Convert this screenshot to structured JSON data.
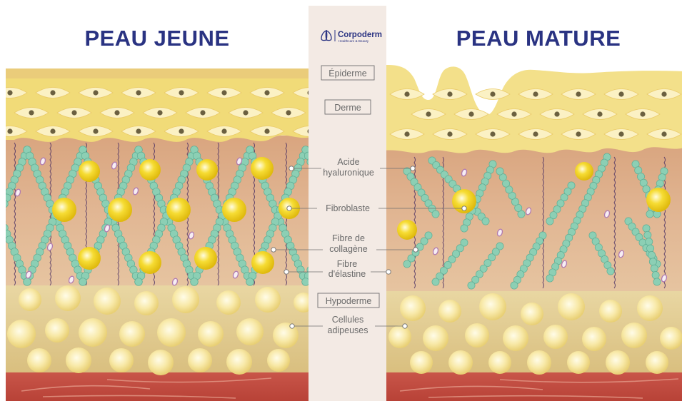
{
  "headings": {
    "young": "PEAU JEUNE",
    "mature": "PEAU MATURE"
  },
  "logo": {
    "name": "Corpoderm",
    "tagline": "Healthcare & Beauty"
  },
  "labels": {
    "epidermis": "Épiderme",
    "dermis": "Derme",
    "hyaluronic_line1": "Acide",
    "hyaluronic_line2": "hyaluronique",
    "fibroblast": "Fibroblaste",
    "collagen_line1": "Fibre de",
    "collagen_line2": "collagène",
    "elastin_line1": "Fibre",
    "elastin_line2": "d'élastine",
    "hypodermis": "Hypoderme",
    "adipose_line1": "Cellules",
    "adipose_line2": "adipeuses"
  },
  "colors": {
    "title": "#2a3382",
    "epidermis": "#f1db78",
    "epidermis_light": "#f8eab0",
    "dermis": "#deb290",
    "hypodermis": "#e4cf97",
    "muscle": "#cf5c4e",
    "collagen": "#8ccfb4",
    "fibroblast": "#f5d51c",
    "elastin": "#4a2f63",
    "hyaluronic": "#b07ab0",
    "center_band": "#f2e8e2"
  }
}
